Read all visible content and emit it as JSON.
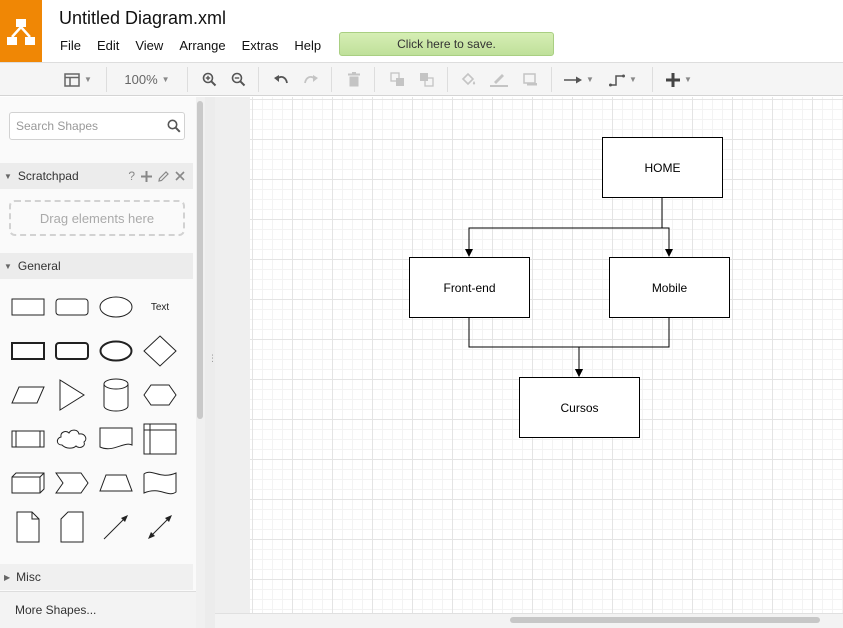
{
  "app": {
    "document_title": "Untitled Diagram.xml",
    "save_prompt": "Click here to save.",
    "accent_color": "#f08705"
  },
  "menu": {
    "items": [
      "File",
      "Edit",
      "View",
      "Arrange",
      "Extras",
      "Help"
    ]
  },
  "toolbar": {
    "zoom": "100%",
    "tools": [
      {
        "icon": "page-view-icon",
        "enabled": true
      },
      {
        "icon": "zoom-in-icon",
        "enabled": true
      },
      {
        "icon": "zoom-out-icon",
        "enabled": true
      },
      {
        "icon": "undo-icon",
        "enabled": true
      },
      {
        "icon": "redo-icon",
        "enabled": false
      },
      {
        "icon": "delete-icon",
        "enabled": false
      },
      {
        "icon": "to-front-icon",
        "enabled": false
      },
      {
        "icon": "to-back-icon",
        "enabled": false
      },
      {
        "icon": "fill-color-icon",
        "enabled": false
      },
      {
        "icon": "line-color-icon",
        "enabled": false
      },
      {
        "icon": "shadow-icon",
        "enabled": false
      },
      {
        "icon": "connection-icon",
        "enabled": true
      },
      {
        "icon": "waypoints-icon",
        "enabled": true
      },
      {
        "icon": "insert-icon",
        "enabled": true
      }
    ]
  },
  "sidebar": {
    "search_placeholder": "Search Shapes",
    "scratchpad": {
      "title": "Scratchpad",
      "help": "?",
      "drop_hint": "Drag elements here"
    },
    "general": {
      "title": "General",
      "text_shape_label": "Text",
      "shapes": [
        "rectangle",
        "rounded-rectangle",
        "ellipse",
        "text",
        "rectangle-bold",
        "rounded-rectangle-bold",
        "ellipse-bold",
        "diamond",
        "parallelogram",
        "triangle",
        "cylinder",
        "hexagon",
        "process",
        "cloud",
        "document",
        "internal-storage",
        "cube",
        "step",
        "trapezoid",
        "tape",
        "note",
        "card",
        "line",
        "bidirectional-arrow"
      ]
    },
    "misc": {
      "title": "Misc"
    },
    "more_shapes": "More Shapes..."
  },
  "diagram": {
    "nodes": [
      {
        "id": "home",
        "label": "HOME"
      },
      {
        "id": "frontend",
        "label": "Front-end"
      },
      {
        "id": "mobile",
        "label": "Mobile"
      },
      {
        "id": "cursos",
        "label": "Cursos"
      }
    ],
    "edges": [
      {
        "from": "home",
        "to": "frontend"
      },
      {
        "from": "home",
        "to": "mobile"
      },
      {
        "from": "frontend",
        "to": "cursos"
      },
      {
        "from": "mobile",
        "to": "cursos"
      }
    ]
  }
}
